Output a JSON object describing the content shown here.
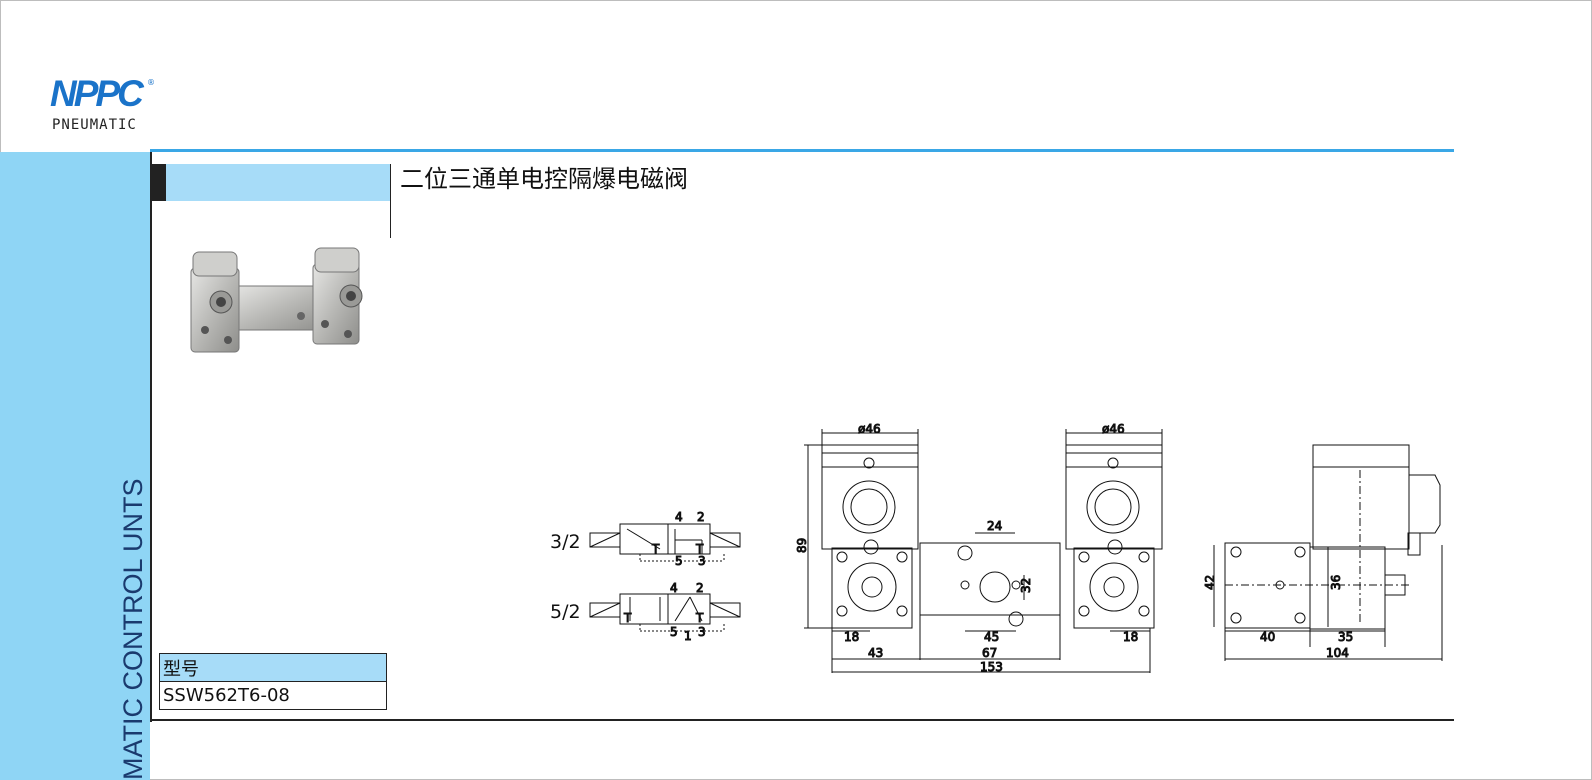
{
  "brand": {
    "name": "NPPC",
    "registered": "®",
    "subtitle": "PNEUMATIC"
  },
  "side_banner": "MATIC CONTROL UNTS",
  "title": "二位三通单电控隔爆电磁阀",
  "model_table": {
    "header": "型号",
    "value": "SSW562T6-08"
  },
  "symbols": {
    "label_32": "3/2",
    "label_52": "5/2",
    "ports": {
      "p4": "4",
      "p2": "2",
      "p5": "5",
      "p1": "1",
      "p3": "3",
      "t": "T"
    }
  },
  "dimensions": {
    "dia_left": "ø46",
    "dia_right": "ø46",
    "height": "89",
    "d24": "24",
    "d32": "32",
    "d18a": "18",
    "d45": "45",
    "d18b": "18",
    "d43": "43",
    "d67": "67",
    "d153": "153",
    "d42": "42",
    "d36": "36",
    "d40": "40",
    "d35": "35",
    "d104": "104"
  },
  "colors": {
    "accent_blue": "#3aa7e6",
    "band_blue": "#8fd5f5",
    "header_blue": "#a7dcf8",
    "logo_blue": "#1a73c9"
  }
}
